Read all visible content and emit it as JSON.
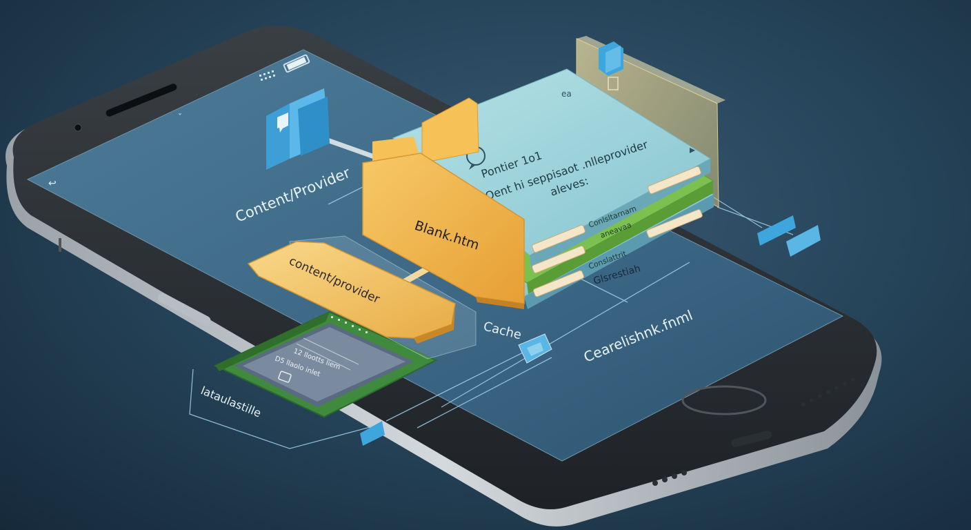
{
  "labels": {
    "content_provider_side": "Content/Provider",
    "content_provider_tab": "content/provider",
    "blank_file": "Blank.htm",
    "panel_title": "Pontier 1o1",
    "panel_text_1": "Oent hi seppisaot .nlleprovider",
    "panel_text_2": "aleves:",
    "row_label_1": "Conlsltarnam",
    "row_label_2": "aneavaa",
    "row_label_3": "Conslattrit",
    "row_label_4": "Glsrestiah",
    "cache": "Cache",
    "cached_file": "Cearelishnk.fnml",
    "chip_line_1": "12 llootts liem",
    "chip_line_2": "D5 llaolo inlet",
    "storage_label": "lataulastille",
    "panel_icon": "ea"
  },
  "colors": {
    "background": "#27465c",
    "phone_screen": "#3f6c88",
    "folder": "#f0b550",
    "panel": "#9fd3dc",
    "accent_blue": "#3ea6dc",
    "green_layer": "#7cc150",
    "chip_green": "#3f8a3c"
  }
}
